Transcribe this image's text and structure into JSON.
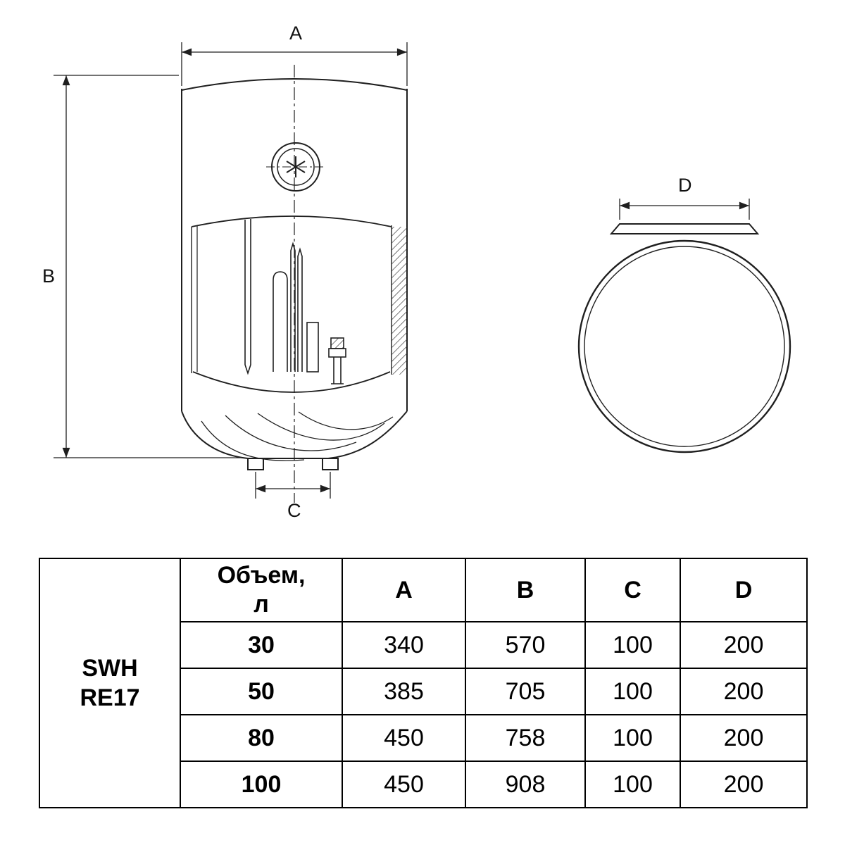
{
  "diagram": {
    "labels": {
      "a": "A",
      "b": "B",
      "c": "C",
      "d": "D"
    }
  },
  "table": {
    "model": "SWH\nRE17",
    "volume_header": "Объем,\nл",
    "columns": {
      "a": "A",
      "b": "B",
      "c": "C",
      "d": "D"
    },
    "rows": [
      {
        "volume": "30",
        "a": "340",
        "b": "570",
        "c": "100",
        "d": "200"
      },
      {
        "volume": "50",
        "a": "385",
        "b": "705",
        "c": "100",
        "d": "200"
      },
      {
        "volume": "80",
        "a": "450",
        "b": "758",
        "c": "100",
        "d": "200"
      },
      {
        "volume": "100",
        "a": "450",
        "b": "908",
        "c": "100",
        "d": "200"
      }
    ]
  }
}
